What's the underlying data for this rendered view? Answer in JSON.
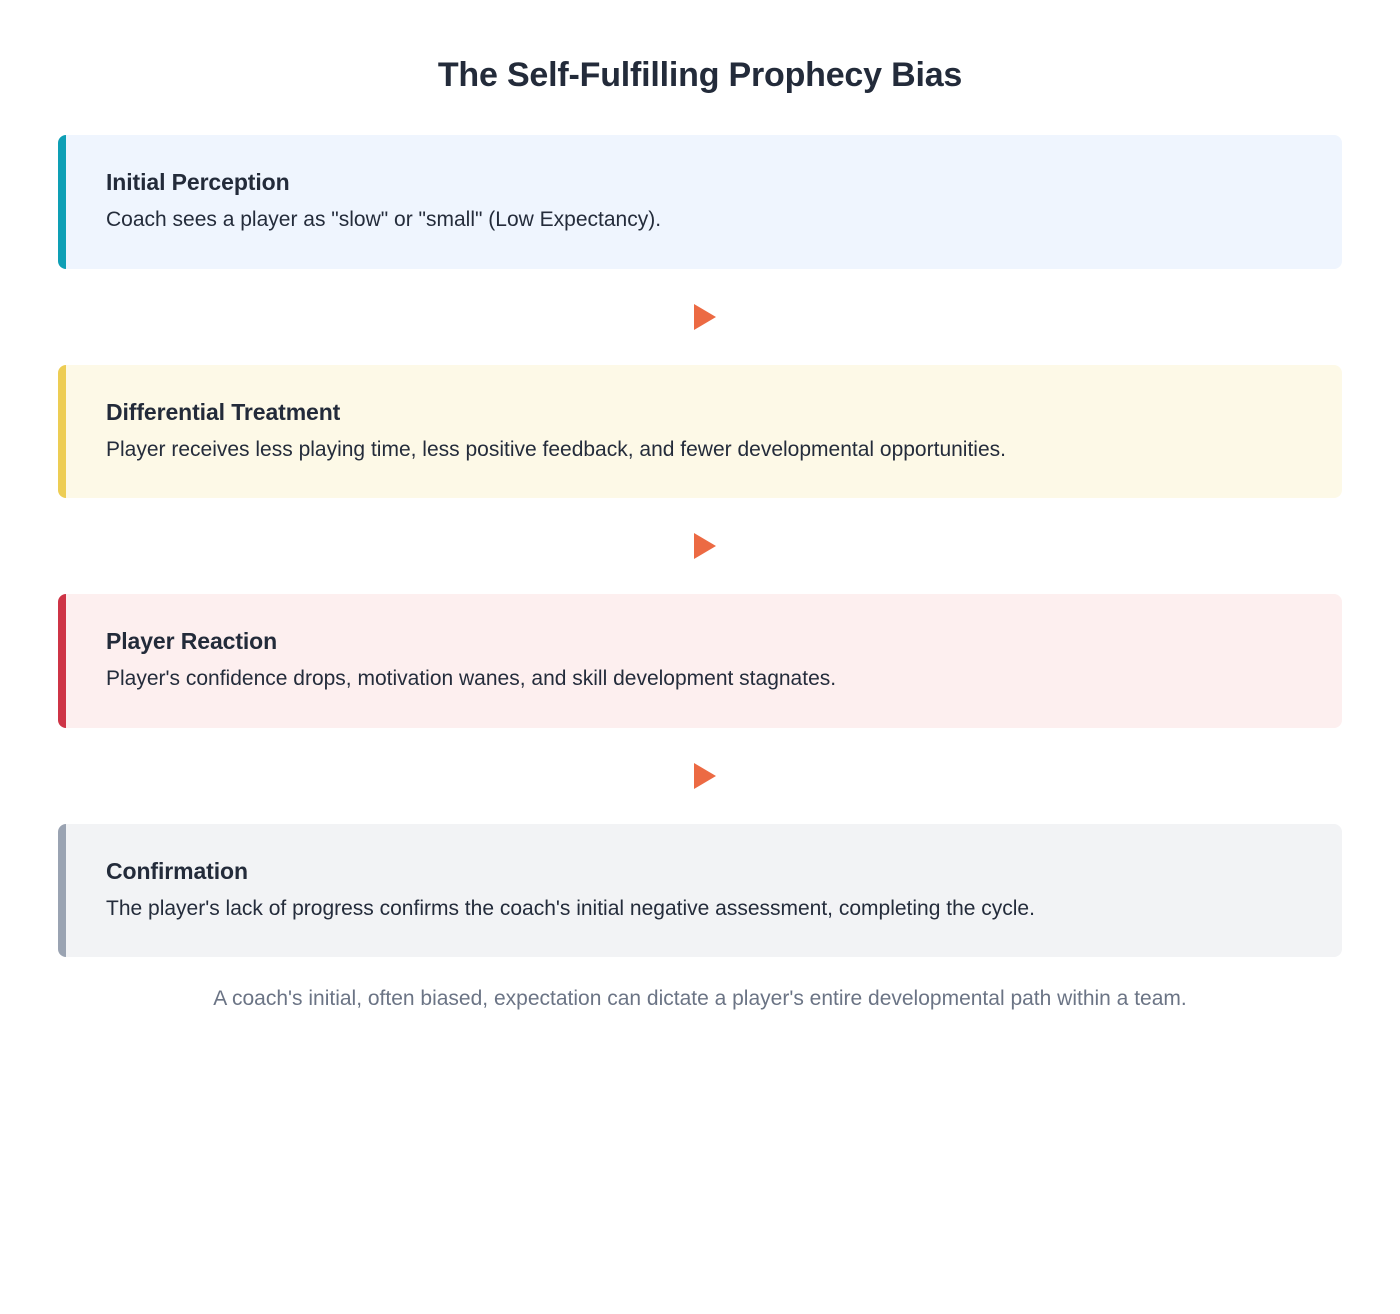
{
  "header": {
    "title": "The Self-Fulfilling Prophecy Bias"
  },
  "colors": {
    "title_text": "#232B3A",
    "body_text": "#242C3B",
    "footer_text": "#6B7485",
    "arrow": "#EC6A43",
    "page_background": "#FFFFFF"
  },
  "flow": {
    "arrow_icon": "triangle-right-icon",
    "steps": [
      {
        "title": "Initial Perception",
        "text": "Coach sees a player as \"slow\" or \"small\" (Low Expectancy).",
        "accent_color": "#0E9FB5",
        "background_color": "#EFF5FE"
      },
      {
        "title": "Differential Treatment",
        "text": "Player receives less playing time, less positive feedback, and fewer developmental opportunities.",
        "accent_color": "#EDCD54",
        "background_color": "#FDF9E7"
      },
      {
        "title": "Player Reaction",
        "text": "Player's confidence drops, motivation wanes, and skill development stagnates.",
        "accent_color": "#CE3446",
        "background_color": "#FDEFEF"
      },
      {
        "title": "Confirmation",
        "text": "The player's lack of progress confirms the coach's initial negative assessment, completing the cycle.",
        "accent_color": "#9AA3B2",
        "background_color": "#F2F3F5"
      }
    ]
  },
  "footer": {
    "note": "A coach's initial, often biased, expectation can dictate a player's entire developmental path within a team."
  }
}
